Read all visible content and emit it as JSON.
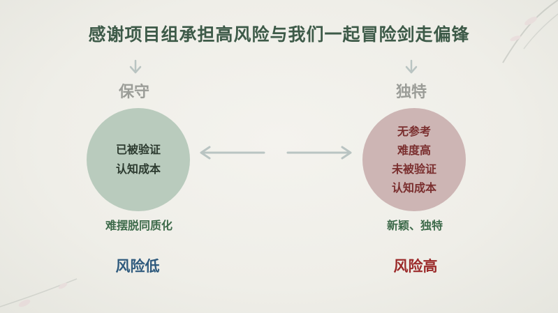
{
  "title": "感谢项目组承担高风险与我们一起冒险剑走偏锋",
  "left": {
    "heading": "保守",
    "circle_lines": [
      "已被验证",
      "认知成本"
    ],
    "note": "难摆脱同质化",
    "risk": "风险低"
  },
  "right": {
    "heading": "独特",
    "circle_lines": [
      "无参考",
      "难度高",
      "未被验证",
      "认知成本"
    ],
    "note": "新颖、独特",
    "risk": "风险高"
  },
  "colors": {
    "title": "#3d5a48",
    "left_circle": "#b9cbbd",
    "right_circle": "#cdb5b4",
    "risk_low": "#2f5a7d",
    "risk_high": "#9b2a2a",
    "arrow": "#b9c4c2"
  },
  "icons": {
    "left_down": "arrow-down-icon",
    "right_down": "arrow-down-icon",
    "center_left": "arrow-left-icon",
    "center_right": "arrow-right-icon"
  }
}
